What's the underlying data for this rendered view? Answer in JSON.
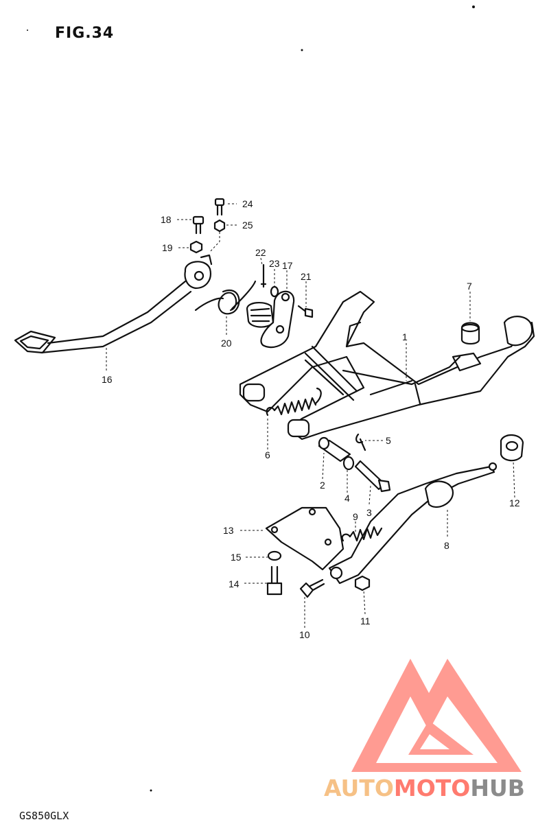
{
  "figure": {
    "title": "FIG.34",
    "model": "GS850GLX"
  },
  "callouts": {
    "p1": "1",
    "p2": "2",
    "p3": "3",
    "p4": "4",
    "p5": "5",
    "p6": "6",
    "p7": "7",
    "p8": "8",
    "p9": "9",
    "p10": "10",
    "p11": "11",
    "p12": "12",
    "p13": "13",
    "p14": "14",
    "p15": "15",
    "p16": "16",
    "p17": "17",
    "p18": "18",
    "p19": "19",
    "p20": "20",
    "p21": "21",
    "p22": "22",
    "p23": "23",
    "p24": "24",
    "p25": "25"
  },
  "watermark": {
    "part1": "AUTO",
    "part2": "MOTO",
    "part3": "HUB",
    "colors": {
      "auto": "#f6c186",
      "moto": "#ff7b6f",
      "hub": "#8b8b8b",
      "logo": "#ff8a80"
    }
  }
}
